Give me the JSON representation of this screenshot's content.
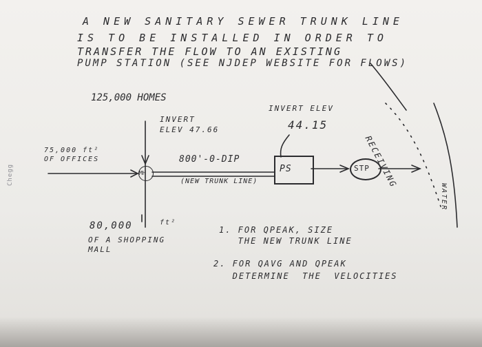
{
  "problem": {
    "line1": "A NEW SANITARY SEWER TRUNK LINE",
    "line2": "IS TO BE INSTALLED IN ORDER TO",
    "line3": "TRANSFER THE FLOW TO AN EXISTING",
    "line4": "PUMP STATION (SEE NJDEP WEBSITE FOR FLOWS)"
  },
  "diagram": {
    "homes": "125,000 HOMES",
    "invert_left": "INVERT\nELEV 47.66",
    "invert_right_label": "INVERT ELEV",
    "invert_right_value": "44.15",
    "offices": "75,000 ft²\nOF OFFICES",
    "pipe": "800'-0-DIP",
    "new_trunk": "(NEW TRUNK LINE)",
    "mh": "MH",
    "ps": "PS",
    "stp": "STP",
    "receiving": "RECEIVING",
    "water": "WATER",
    "mall_area": "80,000",
    "mall_unit": "ft²",
    "mall_text": "OF A SHOPPING\nMALL"
  },
  "questions": {
    "q1": "1. FOR QPEAK, SIZE\n   THE NEW TRUNK LINE",
    "q2": "2. FOR QAVG AND QPEAK\n   DETERMINE  THE  VELOCITIES"
  },
  "watermark": "Chegg"
}
